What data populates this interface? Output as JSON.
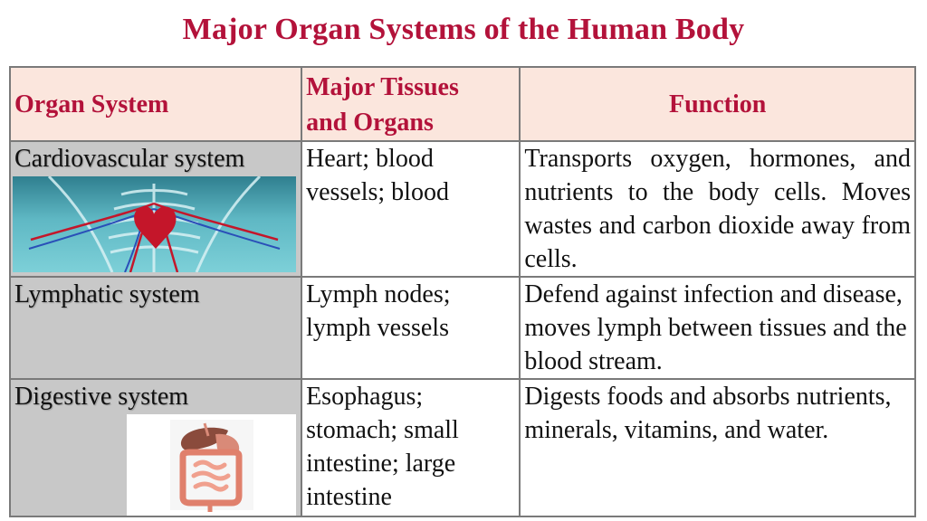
{
  "title": "Major Organ Systems of the Human Body",
  "headers": {
    "organ_system": "Organ System",
    "tissues_line1": "Major Tissues",
    "tissues_line2": "and Organs",
    "function": "Function"
  },
  "rows": [
    {
      "system": "Cardiovascular system",
      "tissues": "Heart; blood vessels; blood",
      "function": "Transports oxygen, hormones, and nutrients to the body cells. Moves wastes and carbon dioxide away from cells.",
      "image": "cardiovascular-illustration"
    },
    {
      "system": "Lymphatic system",
      "tissues": "Lymph nodes; lymph vessels",
      "function": "Defend against infection and disease, moves lymph between tissues and the blood stream."
    },
    {
      "system": "Digestive system",
      "tissues": "Esophagus; stomach; small intestine; large intestine",
      "function": "Digests foods and absorbs nutrients, minerals, vitamins, and water.",
      "image": "digestive-illustration"
    }
  ],
  "colors": {
    "title": "#b3123a",
    "header_bg": "#fbe6dd",
    "system_cell_bg": "#c8c8c8"
  }
}
